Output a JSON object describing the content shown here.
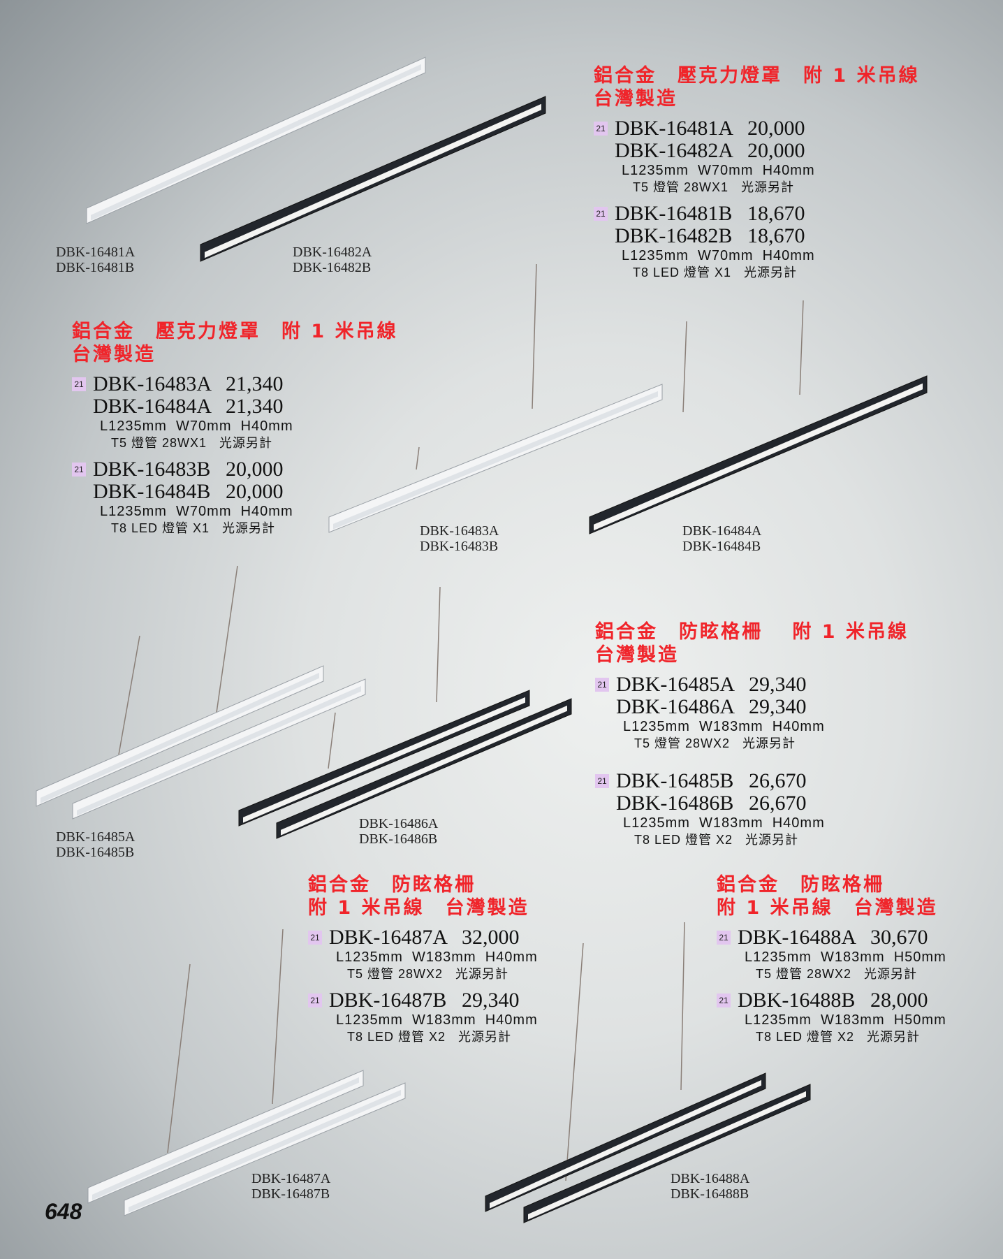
{
  "page_number": "648",
  "blocks": [
    {
      "heading": [
        "鋁合金　壓克力燈罩　附 1 米吊線",
        "台灣製造"
      ],
      "groups": [
        {
          "badge": "21",
          "models": [
            {
              "code": "DBK-16481A",
              "price": "20,000"
            },
            {
              "code": "DBK-16482A",
              "price": "20,000"
            }
          ],
          "dims": "L1235mm  W70mm  H40mm",
          "lamp": "T5 燈管 28WX1   光源另計"
        },
        {
          "badge": "21",
          "models": [
            {
              "code": "DBK-16481B",
              "price": "18,670"
            },
            {
              "code": "DBK-16482B",
              "price": "18,670"
            }
          ],
          "dims": "L1235mm  W70mm  H40mm",
          "lamp": "T8 LED 燈管 X1   光源另計"
        }
      ]
    },
    {
      "heading": [
        "鋁合金　壓克力燈罩　附 1 米吊線",
        "台灣製造"
      ],
      "groups": [
        {
          "badge": "21",
          "models": [
            {
              "code": "DBK-16483A",
              "price": "21,340"
            },
            {
              "code": "DBK-16484A",
              "price": "21,340"
            }
          ],
          "dims": "L1235mm  W70mm  H40mm",
          "lamp": "T5 燈管 28WX1   光源另計"
        },
        {
          "badge": "21",
          "models": [
            {
              "code": "DBK-16483B",
              "price": "20,000"
            },
            {
              "code": "DBK-16484B",
              "price": "20,000"
            }
          ],
          "dims": "L1235mm  W70mm  H40mm",
          "lamp": "T8 LED 燈管 X1   光源另計"
        }
      ]
    },
    {
      "heading": [
        "鋁合金　防眩格柵　 附 1 米吊線",
        "台灣製造"
      ],
      "groups": [
        {
          "badge": "21",
          "models": [
            {
              "code": "DBK-16485A",
              "price": "29,340"
            },
            {
              "code": "DBK-16486A",
              "price": "29,340"
            }
          ],
          "dims": "L1235mm  W183mm  H40mm",
          "lamp": "T5 燈管 28WX2   光源另計"
        },
        {
          "badge": "21",
          "models": [
            {
              "code": "DBK-16485B",
              "price": "26,670"
            },
            {
              "code": "DBK-16486B",
              "price": "26,670"
            }
          ],
          "dims": "L1235mm  W183mm  H40mm",
          "lamp": "T8 LED 燈管 X2   光源另計"
        }
      ]
    },
    {
      "heading": [
        "鋁合金　防眩格柵",
        "附 1 米吊線　台灣製造"
      ],
      "groups": [
        {
          "badge": "21",
          "models": [
            {
              "code": "DBK-16487A",
              "price": "32,000"
            }
          ],
          "dims": "L1235mm  W183mm  H40mm",
          "lamp": "T5 燈管 28WX2   光源另計"
        },
        {
          "badge": "21",
          "models": [
            {
              "code": "DBK-16487B",
              "price": "29,340"
            }
          ],
          "dims": "L1235mm  W183mm  H40mm",
          "lamp": "T8 LED 燈管 X2   光源另計"
        }
      ]
    },
    {
      "heading": [
        "鋁合金　防眩格柵",
        "附 1 米吊線　台灣製造"
      ],
      "groups": [
        {
          "badge": "21",
          "models": [
            {
              "code": "DBK-16488A",
              "price": "30,670"
            }
          ],
          "dims": "L1235mm  W183mm  H50mm",
          "lamp": "T5 燈管 28WX2   光源另計"
        },
        {
          "badge": "21",
          "models": [
            {
              "code": "DBK-16488B",
              "price": "28,000"
            }
          ],
          "dims": "L1235mm  W183mm  H50mm",
          "lamp": "T8 LED 燈管 X2   光源另計"
        }
      ]
    }
  ],
  "photo_labels": [
    [
      "DBK-16481A",
      "DBK-16481B"
    ],
    [
      "DBK-16482A",
      "DBK-16482B"
    ],
    [
      "DBK-16483A",
      "DBK-16483B"
    ],
    [
      "DBK-16484A",
      "DBK-16484B"
    ],
    [
      "DBK-16485A",
      "DBK-16485B"
    ],
    [
      "DBK-16486A",
      "DBK-16486B"
    ],
    [
      "DBK-16487A",
      "DBK-16487B"
    ],
    [
      "DBK-16488A",
      "DBK-16488B"
    ]
  ],
  "colors": {
    "heading": "#f0242a",
    "badge": "#e2c6ef",
    "fixture_white": "#f4f5f6",
    "fixture_dark": "#22262c"
  }
}
